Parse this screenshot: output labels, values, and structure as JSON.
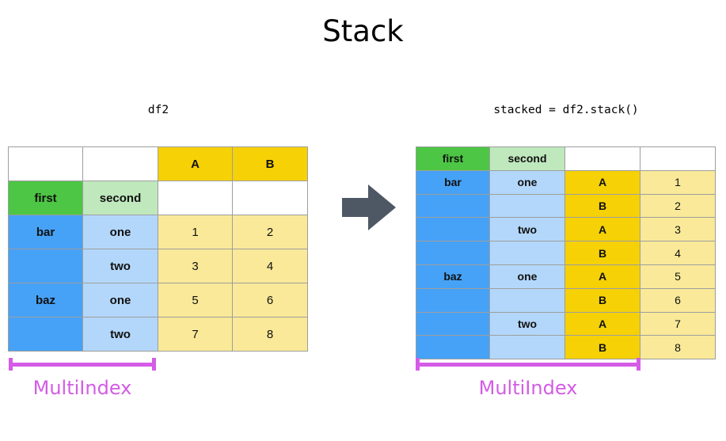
{
  "title": "Stack",
  "left_panel": {
    "caption": "df2",
    "column_headers": [
      "A",
      "B"
    ],
    "index_names": [
      "first",
      "second"
    ],
    "rows": [
      {
        "first": "bar",
        "second": "one",
        "A": "1",
        "B": "2"
      },
      {
        "first": "",
        "second": "two",
        "A": "3",
        "B": "4"
      },
      {
        "first": "baz",
        "second": "one",
        "A": "5",
        "B": "6"
      },
      {
        "first": "",
        "second": "two",
        "A": "7",
        "B": "8"
      }
    ],
    "bracket_label": "MultiIndex"
  },
  "right_panel": {
    "caption": "stacked = df2.stack()",
    "index_names": [
      "first",
      "second"
    ],
    "blank_headers": [
      "",
      ""
    ],
    "rows": [
      {
        "first": "bar",
        "second": "one",
        "level": "A",
        "value": "1"
      },
      {
        "first": "",
        "second": "",
        "level": "B",
        "value": "2"
      },
      {
        "first": "",
        "second": "two",
        "level": "A",
        "value": "3"
      },
      {
        "first": "",
        "second": "",
        "level": "B",
        "value": "4"
      },
      {
        "first": "baz",
        "second": "one",
        "level": "A",
        "value": "5"
      },
      {
        "first": "",
        "second": "",
        "level": "B",
        "value": "6"
      },
      {
        "first": "",
        "second": "two",
        "level": "A",
        "value": "7"
      },
      {
        "first": "",
        "second": "",
        "level": "B",
        "value": "8"
      }
    ],
    "bracket_label": "MultiIndex"
  },
  "arrow": {
    "icon": "right-arrow-icon",
    "color": "#4e5865"
  },
  "colors": {
    "column_header": "#f5d106",
    "index_level0_header": "#4cc644",
    "index_level1_header": "#bfe8bd",
    "index_level0_value": "#46a2f7",
    "index_level1_value": "#b3d7fa",
    "data_value": "#f9e998",
    "bracket": "#d45ce6",
    "border": "#9e9e9e",
    "arrow": "#4e5865"
  }
}
